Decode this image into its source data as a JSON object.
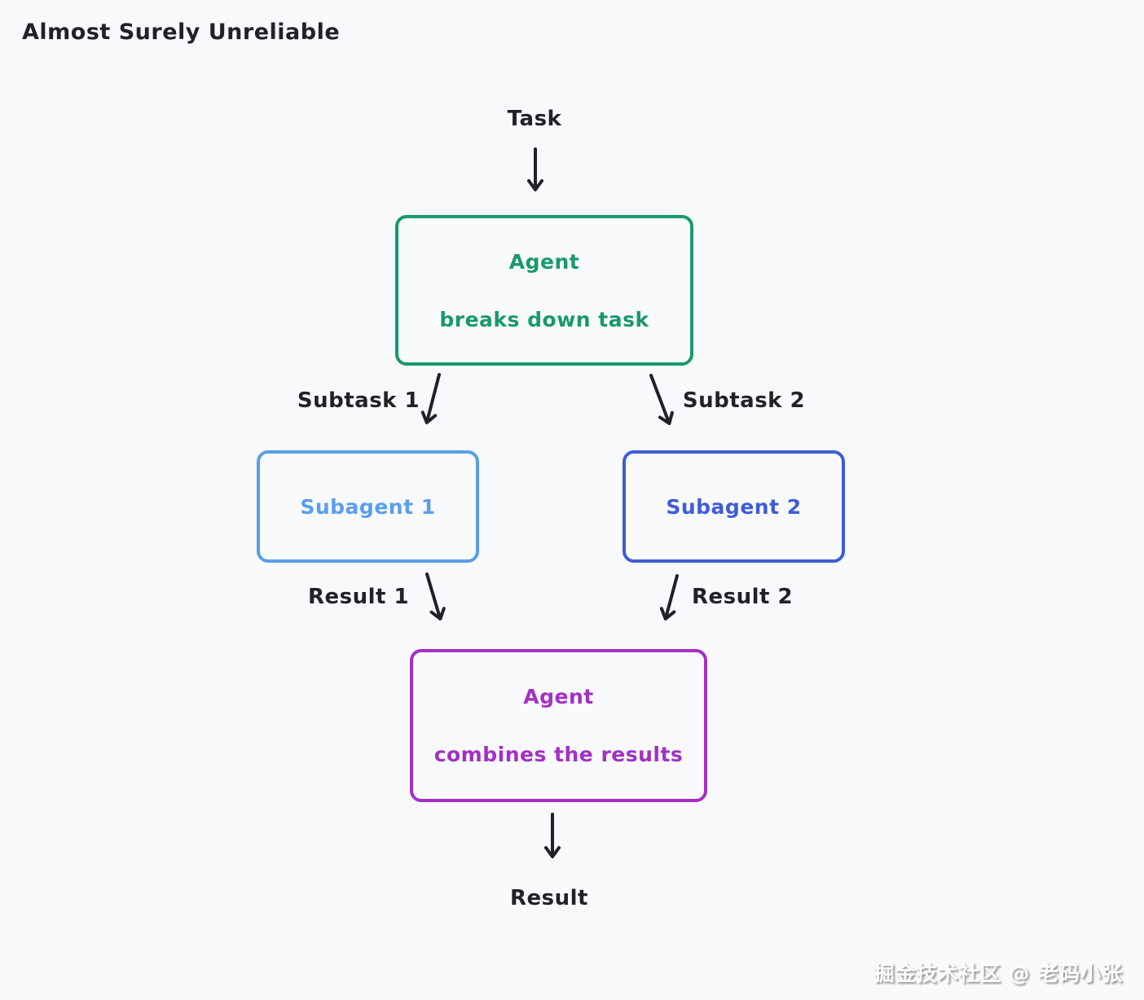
{
  "title": "Almost Surely Unreliable",
  "colors": {
    "background": "#f8f9fb",
    "box_fill": "#f9fafc",
    "ink": "#1f2227",
    "green": "#18996c",
    "light_blue": "#5a9eeb",
    "indigo": "#3f5cd6",
    "purple": "#a330c4",
    "watermark": "#fdfdfd"
  },
  "nodes": {
    "task": {
      "label": "Task"
    },
    "agent_top": {
      "line1": "Agent",
      "line2": "breaks down task"
    },
    "subagent1": {
      "label": "Subagent 1"
    },
    "subagent2": {
      "label": "Subagent 2"
    },
    "agent_bottom": {
      "line1": "Agent",
      "line2": "combines the results"
    },
    "result": {
      "label": "Result"
    }
  },
  "edge_labels": {
    "subtask1": "Subtask 1",
    "subtask2": "Subtask 2",
    "result1": "Result 1",
    "result2": "Result 2"
  },
  "watermark": "掘金技术社区 @ 老码小张"
}
